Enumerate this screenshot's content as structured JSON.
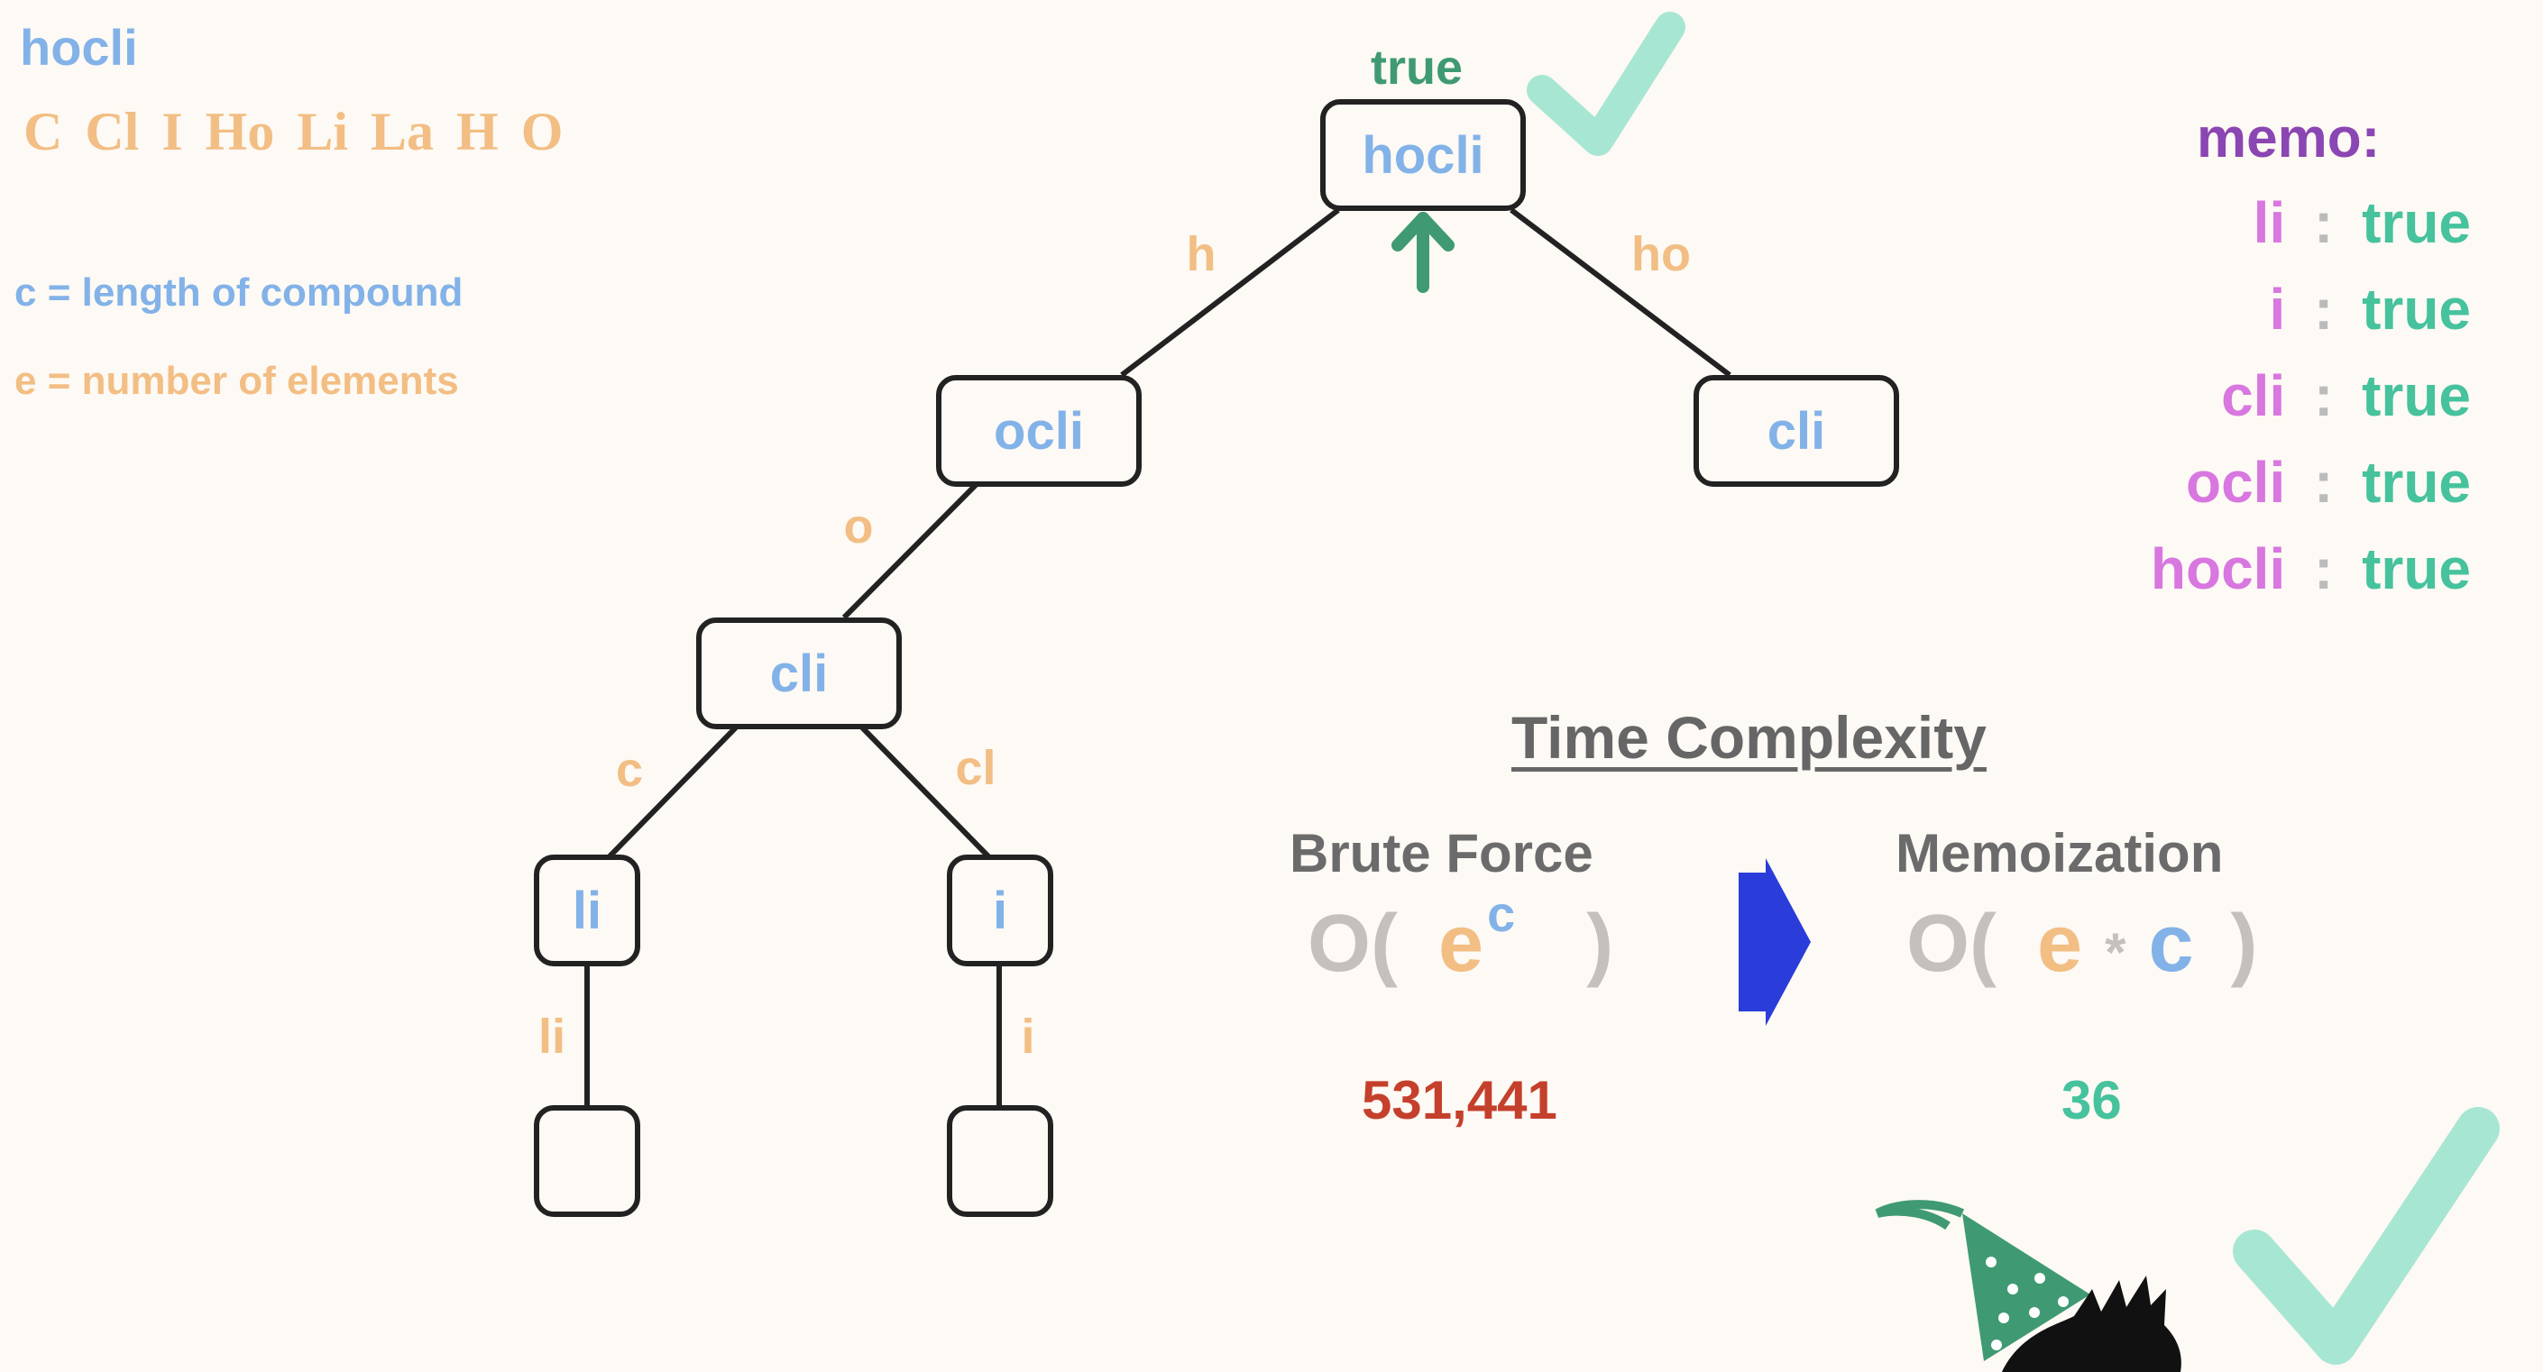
{
  "header": {
    "word": "hocli",
    "elements": "C Cl I Ho Li La H O",
    "legend_c": "c = length of compound",
    "legend_e": "e = number of elements"
  },
  "tree": {
    "root_status": "true",
    "nodes": {
      "root": "hocli",
      "ocli": "ocli",
      "cli_right": "cli",
      "cli": "cli",
      "li": "li",
      "i": "i",
      "leaf_left": "",
      "leaf_right": ""
    },
    "edges": {
      "h": "h",
      "ho": "ho",
      "o": "o",
      "c": "c",
      "cl": "cl",
      "li": "li",
      "i": "i"
    }
  },
  "memo": {
    "title": "memo:",
    "entries": [
      {
        "key": "li",
        "sep": ":",
        "value": "true"
      },
      {
        "key": "i",
        "sep": ":",
        "value": "true"
      },
      {
        "key": "cli",
        "sep": ":",
        "value": "true"
      },
      {
        "key": "ocli",
        "sep": ":",
        "value": "true"
      },
      {
        "key": "hocli",
        "sep": ":",
        "value": "true"
      }
    ]
  },
  "complexity": {
    "title": "Time Complexity",
    "brute": {
      "label": "Brute Force",
      "O_open": "O(",
      "base": "e",
      "exp": "c",
      "close": ")",
      "result": "531,441"
    },
    "memo": {
      "label": "Memoization",
      "O_open": "O(",
      "e": "e",
      "times": "*",
      "c": "c",
      "close": ")",
      "result": "36"
    }
  },
  "colors": {
    "blue": "#82b2e8",
    "orange": "#f2be84",
    "green": "#3f9a73",
    "mint_check": "#a8e6d4",
    "arrow_blue": "#2a3ddb",
    "red": "#c5402c"
  }
}
